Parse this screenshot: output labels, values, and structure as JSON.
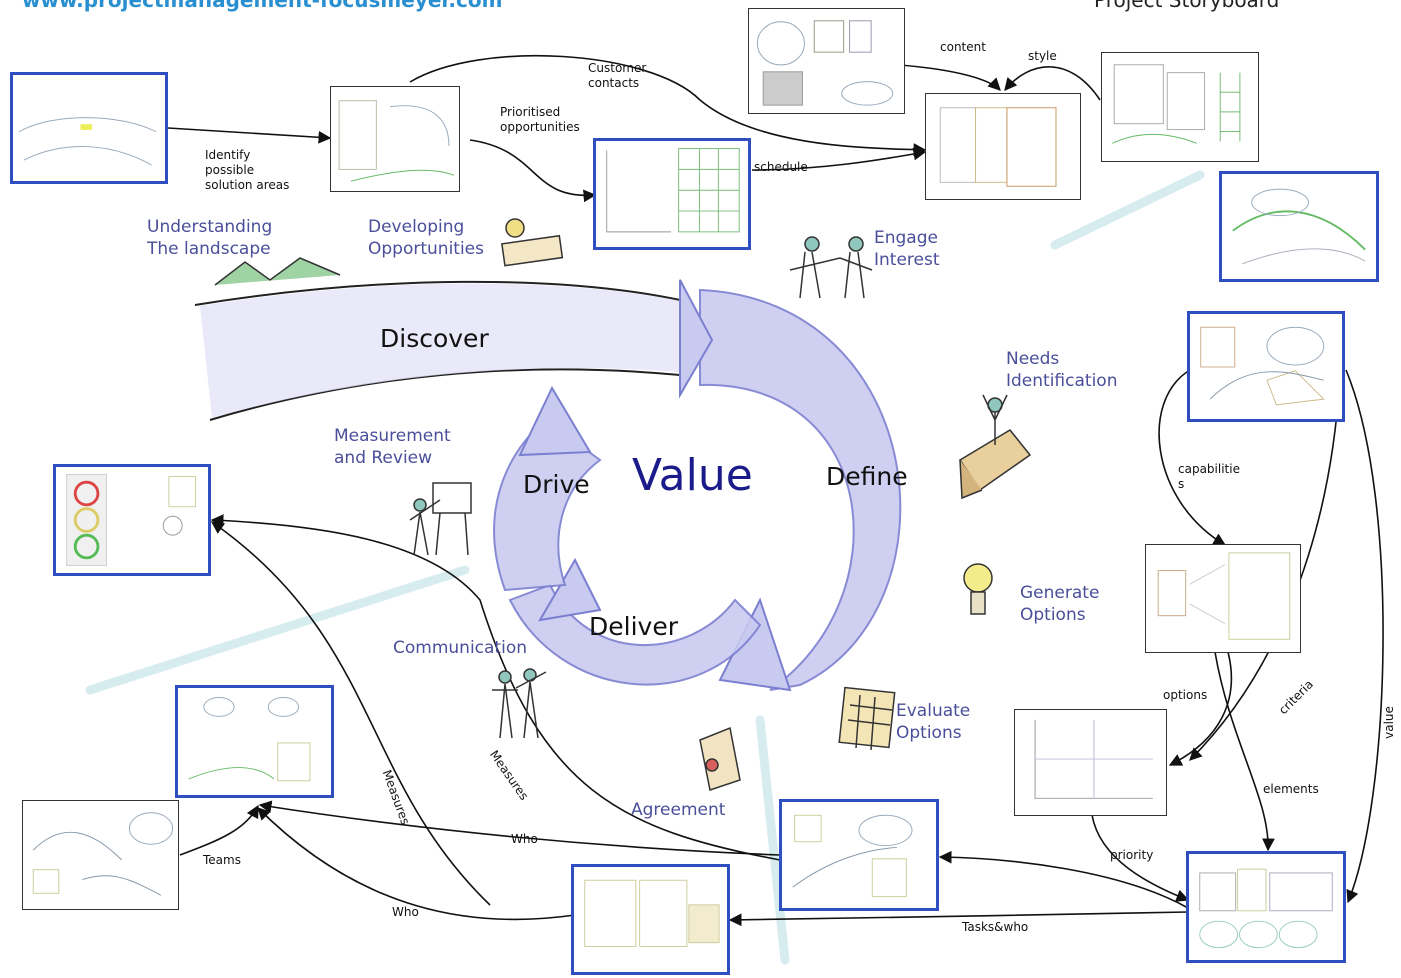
{
  "header": {
    "website": "www.projectmanagement-focusmeyer.com",
    "title": "Project Storyboard"
  },
  "center": {
    "value": "Value",
    "discover": "Discover",
    "define": "Define",
    "deliver": "Deliver",
    "drive": "Drive"
  },
  "stages": {
    "understanding": "Understanding\nThe landscape",
    "developing": "Developing\nOpportunities",
    "engage": "Engage\nInterest",
    "needs": "Needs\nIdentification",
    "generate": "Generate\nOptions",
    "evaluate": "Evaluate\nOptions",
    "agreement": "Agreement",
    "communication": "Communication",
    "measurement": "Measurement\nand Review"
  },
  "arrow_labels": {
    "identify": "Identify\npossible\nsolution areas",
    "customer_contacts": "Customer\ncontacts",
    "prioritised": "Prioritised\nopportunities",
    "schedule": "schedule",
    "content": "content",
    "style": "style",
    "capabilities": "capabilitie\ns",
    "options": "options",
    "criteria": "criteria",
    "value": "value",
    "elements": "elements",
    "priority": "priority",
    "tasks_who": "Tasks&who",
    "who_top": "Who",
    "who_bottom": "Who",
    "teams": "Teams",
    "measures_left": "Measures",
    "measures_mid": "Measures"
  },
  "colors": {
    "card_border": "#2f4fc0",
    "stage_label": "#4a4f9a",
    "cycle_fill": "#c9caf0",
    "value_text": "#1b1b8a"
  }
}
